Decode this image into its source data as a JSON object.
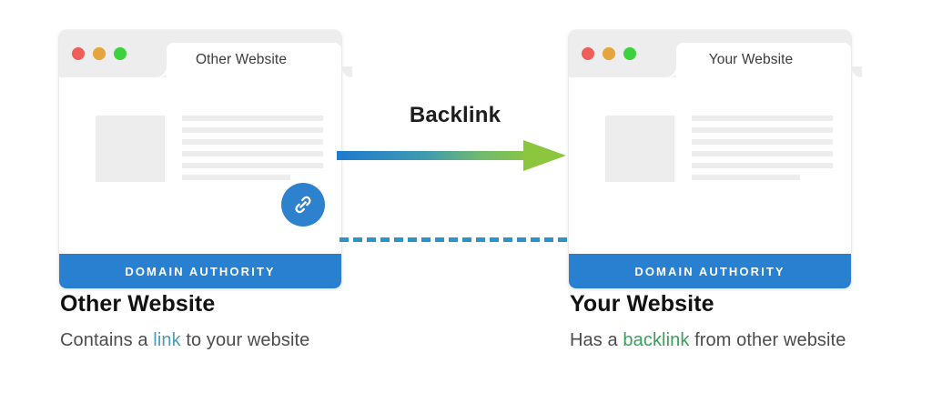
{
  "diagram": {
    "title": "Backlink",
    "connector": {
      "arrow_label": "Backlink",
      "arrow_gradient_start": "#1f79cf",
      "arrow_gradient_end": "#8cc63e",
      "dashed_line_color": "#2d93cb"
    }
  },
  "windows": [
    {
      "id": "other-website",
      "tab_title": "Other Website",
      "traffic_lights": [
        {
          "name": "close",
          "color": "#ee5f5b"
        },
        {
          "name": "minimize",
          "color": "#e8a33d"
        },
        {
          "name": "maximize",
          "color": "#3bd23d"
        }
      ],
      "content": {
        "thumbnail_color": "#ededed",
        "text_line_color": "#ededed",
        "text_line_widths": [
          "100%",
          "100%",
          "100%",
          "100%",
          "100%",
          "77%"
        ],
        "has_link_badge": true,
        "link_badge_icon": "chain-link-icon",
        "link_badge_color": "#2e81cc"
      },
      "footer_bar": {
        "label": "DOMAIN AUTHORITY",
        "color": "#2980d0"
      }
    },
    {
      "id": "your-website",
      "tab_title": "Your Website",
      "traffic_lights": [
        {
          "name": "close",
          "color": "#ee5f5b"
        },
        {
          "name": "minimize",
          "color": "#e8a33d"
        },
        {
          "name": "maximize",
          "color": "#3bd23d"
        }
      ],
      "content": {
        "thumbnail_color": "#ededed",
        "text_line_color": "#ededed",
        "text_line_widths": [
          "100%",
          "100%",
          "100%",
          "100%",
          "100%",
          "77%"
        ],
        "has_link_badge": false,
        "link_badge_icon": "",
        "link_badge_color": ""
      },
      "footer_bar": {
        "label": "DOMAIN AUTHORITY",
        "color": "#2980d0"
      }
    }
  ],
  "captions": [
    {
      "id": "other-website-caption",
      "heading": "Other Website",
      "text_before": "Contains a ",
      "highlight": "link",
      "highlight_color": "#4a9cb8",
      "text_after": " to your website"
    },
    {
      "id": "your-website-caption",
      "heading": "Your Website",
      "text_before": "Has a ",
      "highlight": "backlink",
      "highlight_color": "#38a05a",
      "text_after": " from other website"
    }
  ]
}
